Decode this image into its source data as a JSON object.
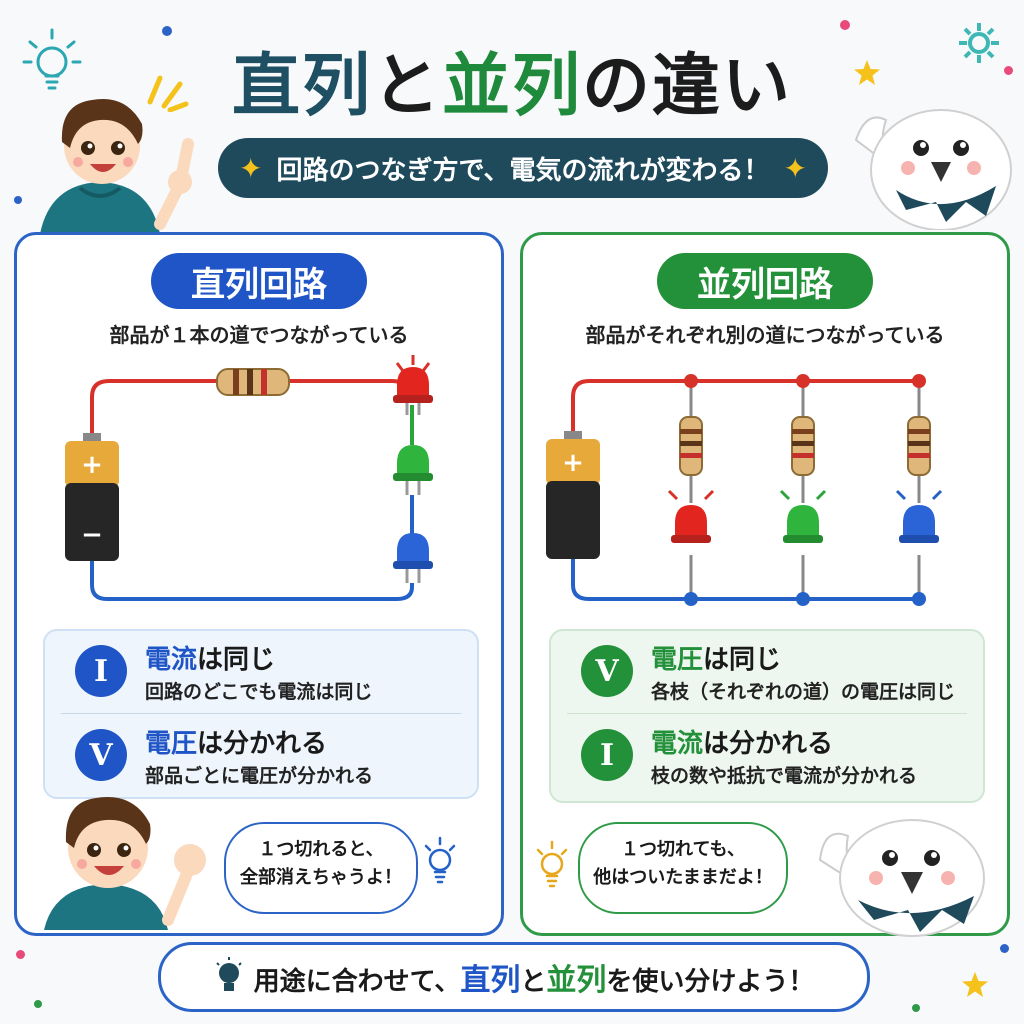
{
  "title": {
    "part1": "直列",
    "part2": "と",
    "part3": "並列",
    "part4": "の違い"
  },
  "subtitle": "回路のつなぎ方で、電気の流れが変わる！",
  "colors": {
    "series": "#1f55c6",
    "parallel": "#23903a",
    "title_dark": "#1f4f63",
    "accent_yellow": "#f5c21b"
  },
  "series_panel": {
    "heading": "直列回路",
    "description": "部品が１本の道でつながっている",
    "rows": [
      {
        "badge": "I",
        "keyword": "電流",
        "rest": "は同じ",
        "detail": "回路のどこでも電流は同じ"
      },
      {
        "badge": "V",
        "keyword": "電圧",
        "rest": "は分かれる",
        "detail": "部品ごとに電圧が分かれる"
      }
    ],
    "bubble": {
      "line1": "１つ切れると、",
      "line2": "全部消えちゃうよ！"
    }
  },
  "parallel_panel": {
    "heading": "並列回路",
    "description": "部品がそれぞれ別の道につながっている",
    "rows": [
      {
        "badge": "V",
        "keyword": "電圧",
        "rest": "は同じ",
        "detail": "各枝（それぞれの道）の電圧は同じ"
      },
      {
        "badge": "I",
        "keyword": "電流",
        "rest": "は分かれる",
        "detail": "枝の数や抵抗で電流が分かれる"
      }
    ],
    "bubble": {
      "line1": "１つ切れても、",
      "line2": "他はついたままだよ！"
    }
  },
  "battery": {
    "plus": "+",
    "minus": "−"
  },
  "footer": {
    "pre": "用途に合わせて、",
    "kw1": "直列",
    "mid": "と",
    "kw2": "並列",
    "post": "を使い分けよう！"
  },
  "icons": [
    "lightbulb-icon",
    "gear-icon",
    "sparkle-icon",
    "star-icon",
    "battery-icon",
    "resistor-icon",
    "led-icon"
  ]
}
